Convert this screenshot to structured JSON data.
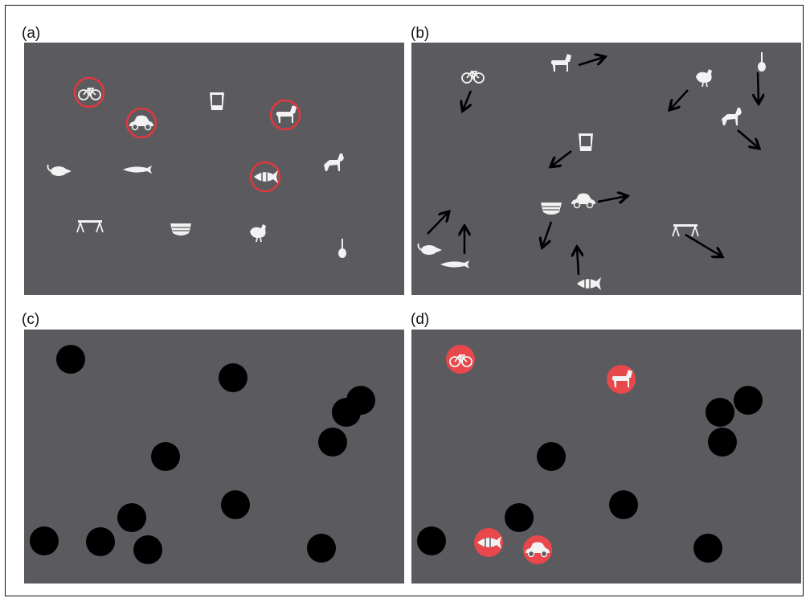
{
  "figure": {
    "panel_labels": [
      "(a)",
      "(b)",
      "(c)",
      "(d)"
    ],
    "colors": {
      "panel_bg": "#5b5b5f",
      "icon": "#f2f2f2",
      "target_ring": "#e0383e",
      "target_fill": "#e8474c",
      "disc": "#000000",
      "arrow": "#000000"
    },
    "object_names": [
      "bicycle",
      "car",
      "cup",
      "horse",
      "rat",
      "fish",
      "dog",
      "piranha",
      "table",
      "bowl",
      "chicken",
      "guitar"
    ],
    "targets": [
      "bicycle",
      "car",
      "horse",
      "piranha"
    ]
  }
}
